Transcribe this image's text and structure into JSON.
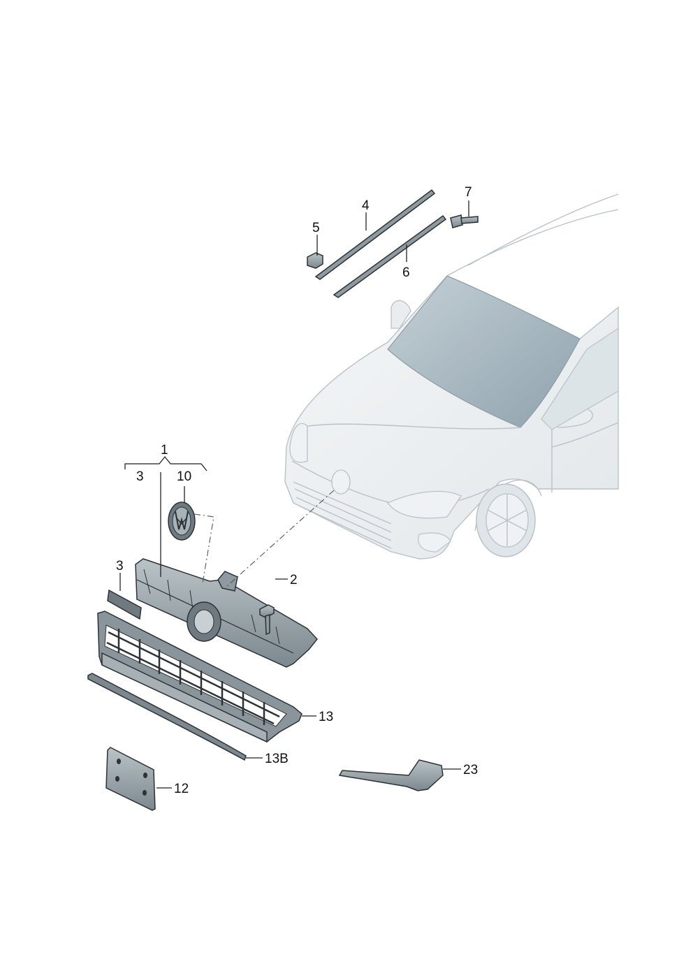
{
  "diagram": {
    "callouts": {
      "c1": "1",
      "c2": "2",
      "c3a": "3",
      "c3b": "3",
      "c4": "4",
      "c5": "5",
      "c6": "6",
      "c7": "7",
      "c10": "10",
      "c12": "12",
      "c13": "13",
      "c13b": "13B",
      "c23": "23"
    },
    "colors": {
      "part_fill": "#9aa5ab",
      "part_dark": "#6f7a80",
      "car_outline": "#b9c2c8",
      "glass": "#a7b6bf",
      "leader": "#222222"
    }
  }
}
